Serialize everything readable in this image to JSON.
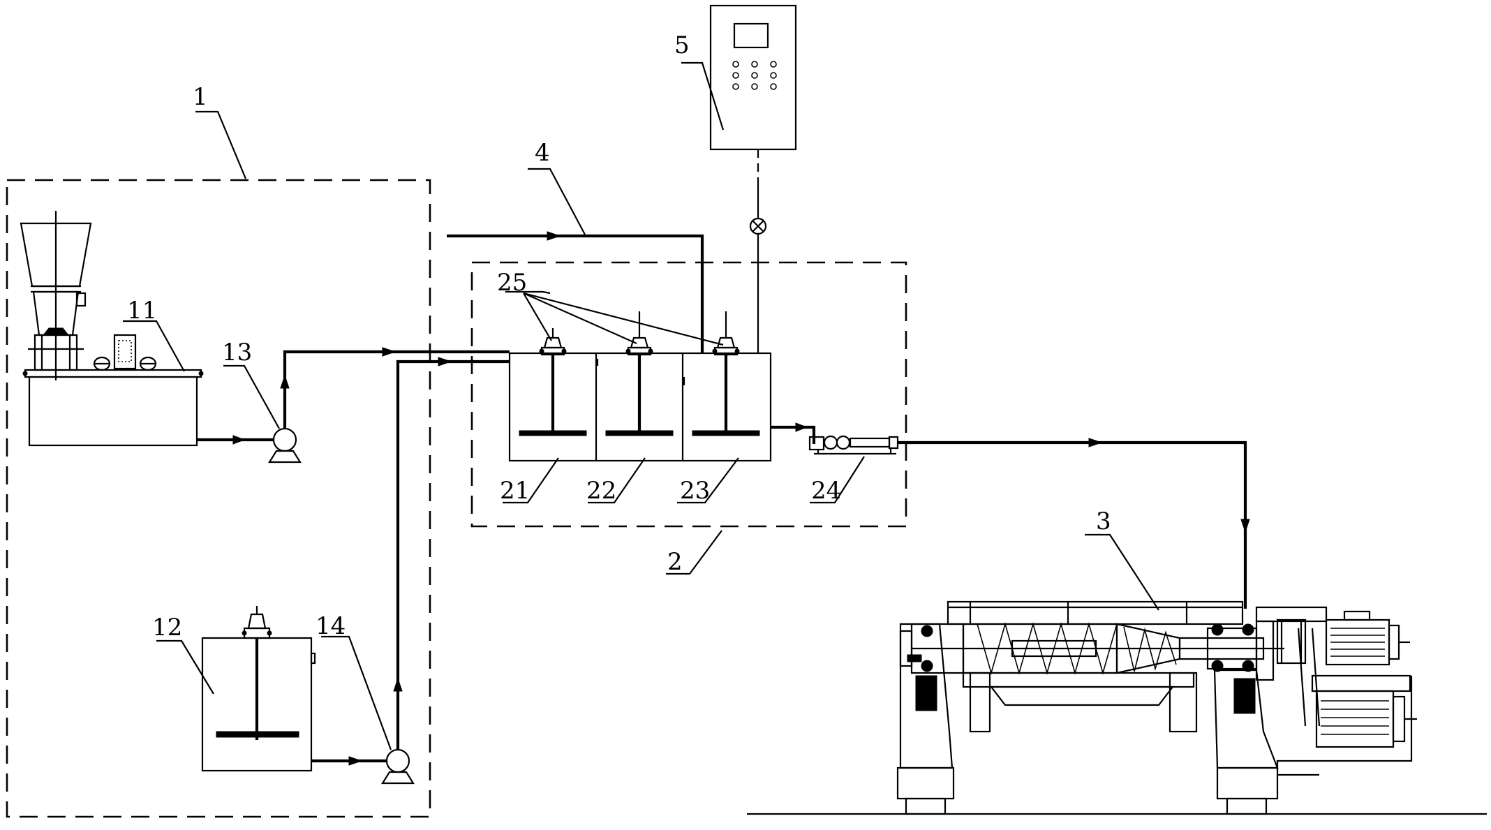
{
  "labels": {
    "l1": "1",
    "l11": "11",
    "l12": "12",
    "l13": "13",
    "l14": "14",
    "l2": "2",
    "l21": "21",
    "l22": "22",
    "l23": "23",
    "l24": "24",
    "l25": "25",
    "l3": "3",
    "l4": "4",
    "l5": "5"
  }
}
